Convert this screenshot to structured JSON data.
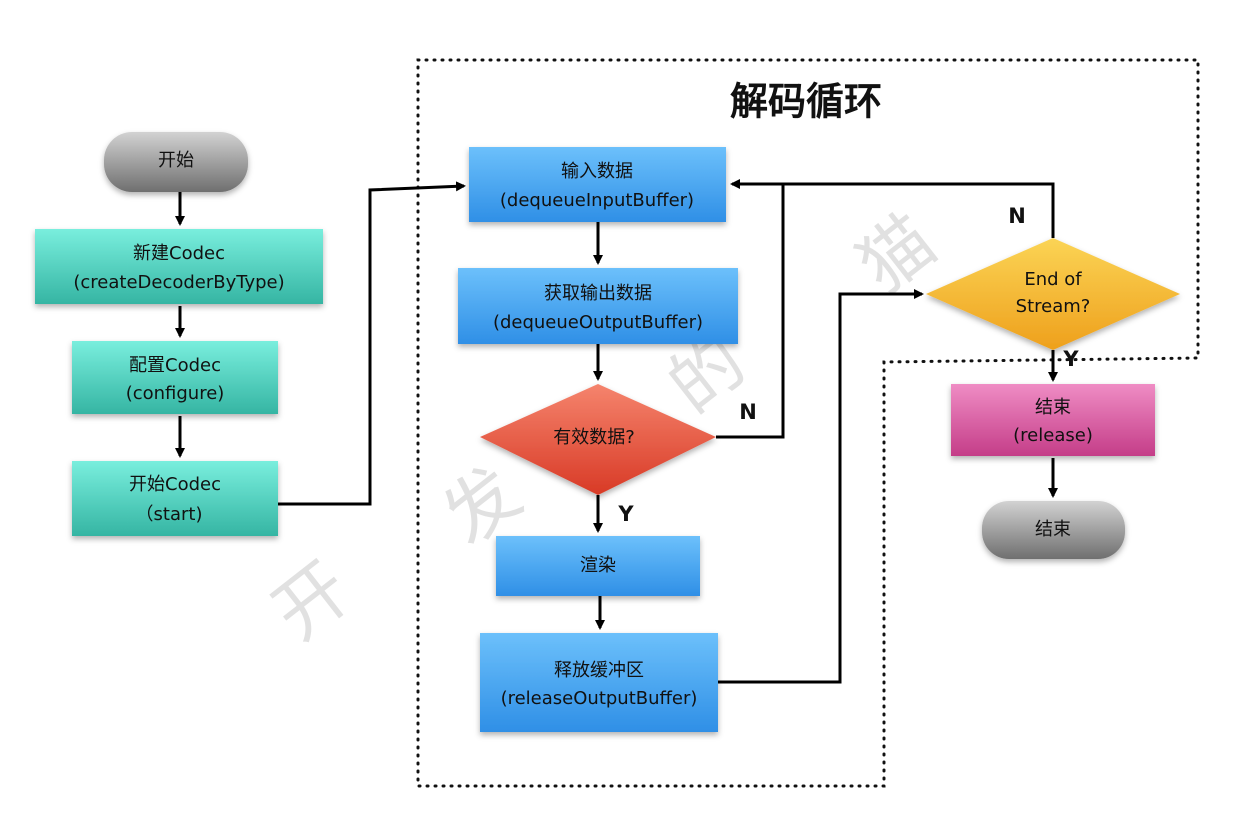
{
  "title": "解码循环",
  "watermark": [
    "开",
    "发",
    "的",
    "猫"
  ],
  "colors": {
    "teal": "#4fd1bf",
    "blue": "#4aa8f0",
    "red": "#e8553c",
    "yellow": "#f5b92e",
    "magenta": "#d0529c",
    "gray": "#8a8a8a"
  },
  "nodes": {
    "start": {
      "line1": "开始"
    },
    "create_codec": {
      "line1": "新建Codec",
      "line2": "(createDecoderByType)"
    },
    "configure_codec": {
      "line1": "配置Codec",
      "line2": "(configure)"
    },
    "start_codec": {
      "line1": "开始Codec",
      "line2": "（start)"
    },
    "input_data": {
      "line1": "输入数据",
      "line2": "(dequeueInputBuffer)"
    },
    "get_output": {
      "line1": "获取输出数据",
      "line2": "(dequeueOutputBuffer)"
    },
    "valid_data": {
      "line1": "有效数据?"
    },
    "render": {
      "line1": "渲染"
    },
    "release_buffer": {
      "line1": "释放缓冲区",
      "line2": "(releaseOutputBuffer)"
    },
    "end_of_stream": {
      "line1": "End of",
      "line2": "Stream?"
    },
    "release": {
      "line1": "结束",
      "line2": "(release)"
    },
    "end": {
      "line1": "结束"
    }
  },
  "edge_labels": {
    "valid_no": "N",
    "valid_yes": "Y",
    "eos_no": "N",
    "eos_yes": "Y"
  }
}
